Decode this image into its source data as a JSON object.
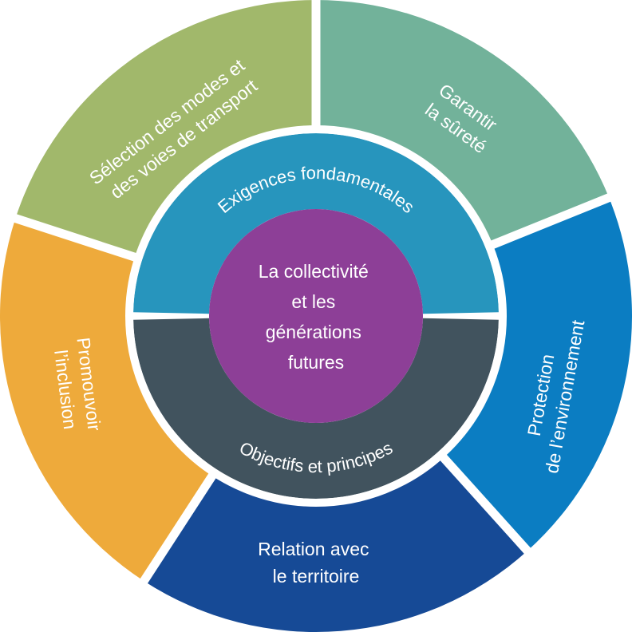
{
  "center": {
    "lines": [
      "La collectivité",
      "et les",
      "générations",
      "futures"
    ],
    "color": "#8d3f97"
  },
  "inner_ring": {
    "top_label": "Exigences fondamentales",
    "top_color": "#2795bd",
    "bottom_label": "Objectifs et principes",
    "bottom_color": "#41535e"
  },
  "segments": [
    {
      "key": "selection",
      "lines": [
        "Sélection des modes et",
        "des voies de transport"
      ],
      "color": "#a1b86b"
    },
    {
      "key": "surete",
      "lines": [
        "Garantir",
        "la sûreté"
      ],
      "color": "#72b29a"
    },
    {
      "key": "environnement",
      "lines": [
        "Protection",
        "de l’environnement"
      ],
      "color": "#0b7dc2"
    },
    {
      "key": "territoire",
      "lines": [
        "Relation avec",
        "le territoire"
      ],
      "color": "#164a96"
    },
    {
      "key": "inclusion",
      "lines": [
        "Promouvoir",
        "l’inclusion"
      ],
      "color": "#eeaa3b"
    }
  ]
}
